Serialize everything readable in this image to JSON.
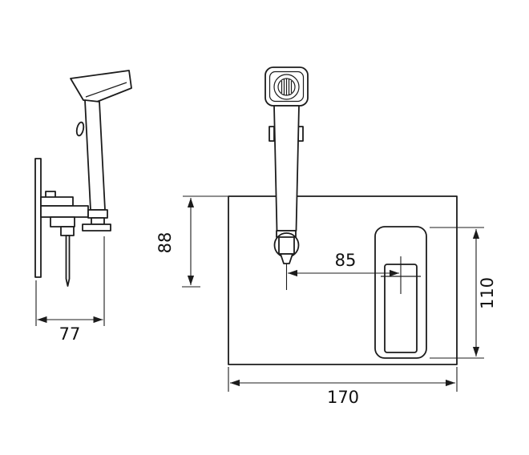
{
  "figure": {
    "kind": "technical-dimension-drawing",
    "views": {
      "side_view": "side-view-of-sprayer-on-wall-bracket",
      "front_view": "front-view-of-sprayer-and-mounting-plate"
    }
  },
  "colors": {
    "background": "#ffffff",
    "line": "#1c1c1c",
    "text": "#111111"
  },
  "dims": {
    "side_depth": "77",
    "top_to_outlet": "88",
    "outlet_to_lever": "85",
    "recess_height": "110",
    "plate_width": "170"
  }
}
